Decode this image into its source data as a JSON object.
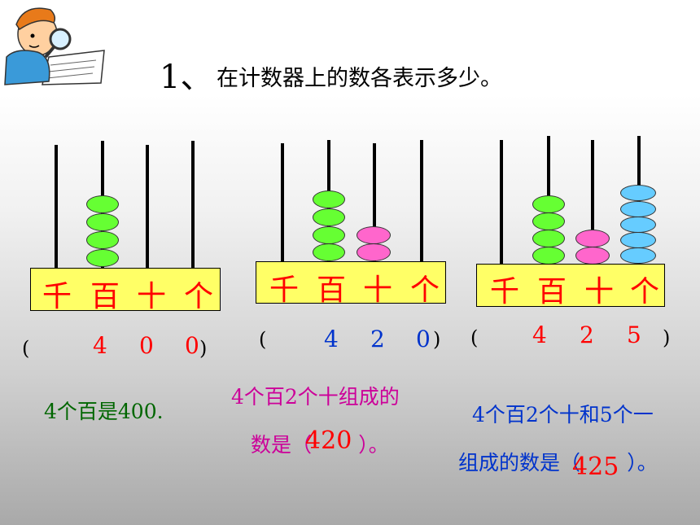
{
  "header": {
    "number": "1、",
    "question": "在计数器上的数各表示多少。"
  },
  "abacus_labels": [
    "千",
    "百",
    "十",
    "个"
  ],
  "abacuses": [
    {
      "digits": [
        "4",
        "0",
        "0"
      ],
      "open_paren": "(",
      "close_paren": ")",
      "beads": [
        0,
        4,
        0,
        0
      ],
      "caption_line1": "4个百是400.",
      "caption_line2": "",
      "answer": ""
    },
    {
      "digits": [
        "4",
        "2",
        "0"
      ],
      "open_paren": "(",
      "close_paren": ")",
      "beads": [
        0,
        4,
        2,
        0
      ],
      "caption_line1": "4个百2个十组成的",
      "caption_line2_pre": "数是（",
      "answer": "420",
      "caption_line2_post": "）。"
    },
    {
      "digits": [
        "4",
        "2",
        "5"
      ],
      "open_paren": "(",
      "close_paren": ")",
      "beads": [
        0,
        4,
        2,
        5
      ],
      "caption_line1": "4个百2个十和5个一",
      "caption_line2_pre": "组成的数是（",
      "answer": "425",
      "caption_line2_post": "）。"
    }
  ],
  "colors": {
    "hundreds_bead": "#66ff33",
    "tens_bead": "#ff66cc",
    "ones_bead": "#66ccff",
    "base": "#ffff66",
    "label": "#ff0000"
  },
  "icons": [
    "boy-with-magnifier-icon"
  ]
}
